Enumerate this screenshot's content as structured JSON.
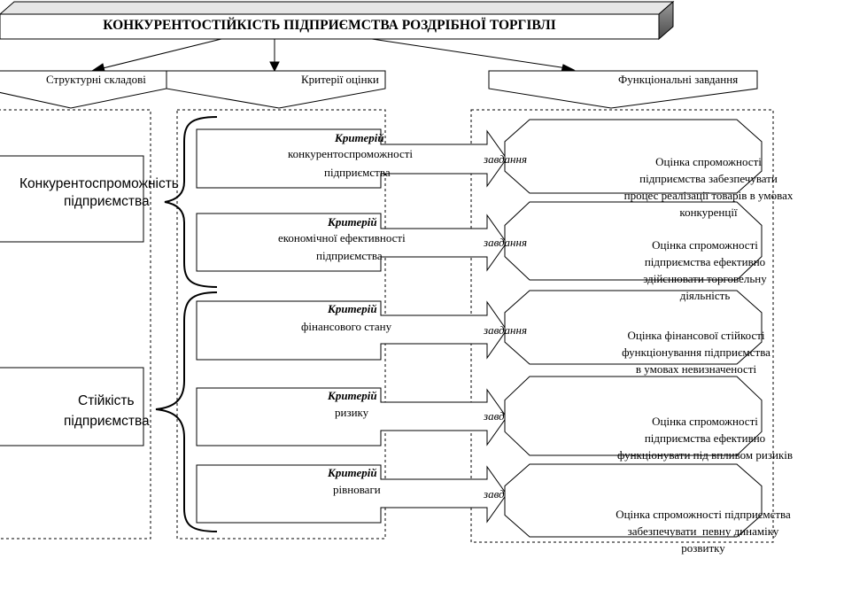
{
  "title": "КОНКУРЕНТОСТІЙКІСТЬ ПІДПРИЄМСТВА РОЗДРІБНОЇ ТОРГІВЛІ",
  "headers": {
    "structural": "Структурні складові",
    "criteria": "Критерії оцінки",
    "functional": "Функціональні завдання"
  },
  "components": [
    {
      "line1": "Конкурентоспроможність",
      "line2": "підприємства"
    },
    {
      "line1": "Стійкість",
      "line2": "підприємства"
    }
  ],
  "criteria": [
    {
      "bold": "Критерій",
      "lines": [
        "конкурентоспроможності",
        "підприємства"
      ]
    },
    {
      "bold": "Критерій",
      "lines": [
        "економічної ефективності",
        "підприємства"
      ]
    },
    {
      "bold": "Критерій",
      "lines": [
        "фінансового стану"
      ]
    },
    {
      "bold": "Критерій",
      "lines": [
        "ризику"
      ]
    },
    {
      "bold": "Критерій",
      "lines": [
        "рівноваги"
      ]
    }
  ],
  "arrow_label": "завдання",
  "arrow_labels_visible": [
    "завдання",
    "завдання",
    "завдання",
    "завд",
    "завд"
  ],
  "tasks": [
    [
      "Оцінка спроможності",
      "підприємства забезпечувати",
      "процес реалізації товарів в умовах",
      "конкуренції"
    ],
    [
      "Оцінка спроможності",
      "підприємства ефективно",
      "здійснювати торговельну",
      "діяльність"
    ],
    [
      "Оцінка фінансової стійкості",
      "функціонування підприємства",
      "в умовах невизначеності"
    ],
    [
      "Оцінка спроможності",
      "підприємства ефективно",
      "функціонувати під впливом ризиків"
    ],
    [
      "Оцінка спроможності підприємства",
      "забезпечувати  певну динаміку",
      "розвитку"
    ]
  ]
}
